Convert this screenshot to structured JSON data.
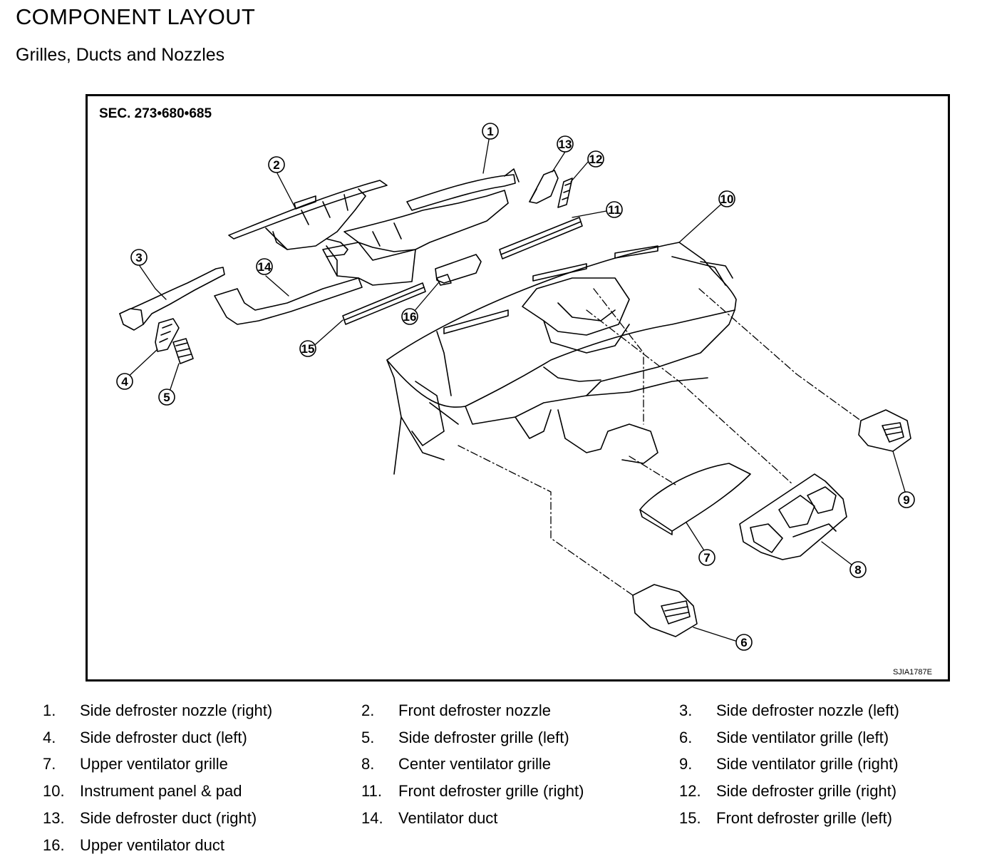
{
  "header": {
    "title": "COMPONENT LAYOUT",
    "subtitle": "Grilles, Ducts and Nozzles"
  },
  "diagram": {
    "section_code": "SEC. 273•680•685",
    "image_code": "SJIA1787E",
    "callouts": [
      "1",
      "2",
      "3",
      "4",
      "5",
      "6",
      "7",
      "8",
      "9",
      "10",
      "11",
      "12",
      "13",
      "14",
      "15",
      "16"
    ]
  },
  "legend": {
    "items": [
      {
        "num": "1.",
        "label": "Side defroster nozzle (right)"
      },
      {
        "num": "2.",
        "label": "Front defroster nozzle"
      },
      {
        "num": "3.",
        "label": "Side defroster nozzle (left)"
      },
      {
        "num": "4.",
        "label": "Side defroster duct (left)"
      },
      {
        "num": "5.",
        "label": "Side defroster grille (left)"
      },
      {
        "num": "6.",
        "label": "Side ventilator grille (left)"
      },
      {
        "num": "7.",
        "label": "Upper ventilator grille"
      },
      {
        "num": "8.",
        "label": "Center ventilator grille"
      },
      {
        "num": "9.",
        "label": "Side ventilator grille (right)"
      },
      {
        "num": "10.",
        "label": "Instrument panel & pad"
      },
      {
        "num": "11.",
        "label": "Front defroster grille (right)"
      },
      {
        "num": "12.",
        "label": "Side defroster grille (right)"
      },
      {
        "num": "13.",
        "label": "Side defroster duct (right)"
      },
      {
        "num": "14.",
        "label": "Ventilator duct"
      },
      {
        "num": "15.",
        "label": "Front defroster grille (left)"
      },
      {
        "num": "16.",
        "label": "Upper ventilator duct"
      }
    ]
  }
}
